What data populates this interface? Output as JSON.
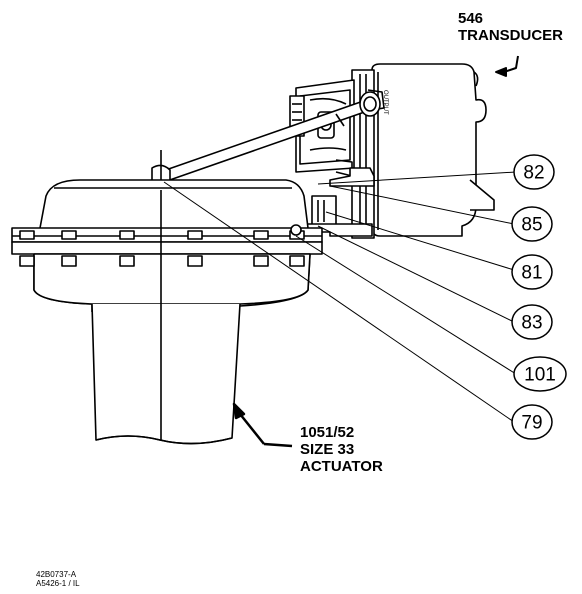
{
  "labels": {
    "transducer": [
      "546",
      "TRANSDUCER"
    ],
    "actuator": [
      "1051/52",
      "SIZE 33",
      "ACTUATOR"
    ]
  },
  "callouts": [
    "82",
    "85",
    "81",
    "83",
    "101",
    "79"
  ],
  "figure_id": [
    "42B0737-A",
    "A5426-1 / IL"
  ],
  "stamp_text": "OUTPUT"
}
